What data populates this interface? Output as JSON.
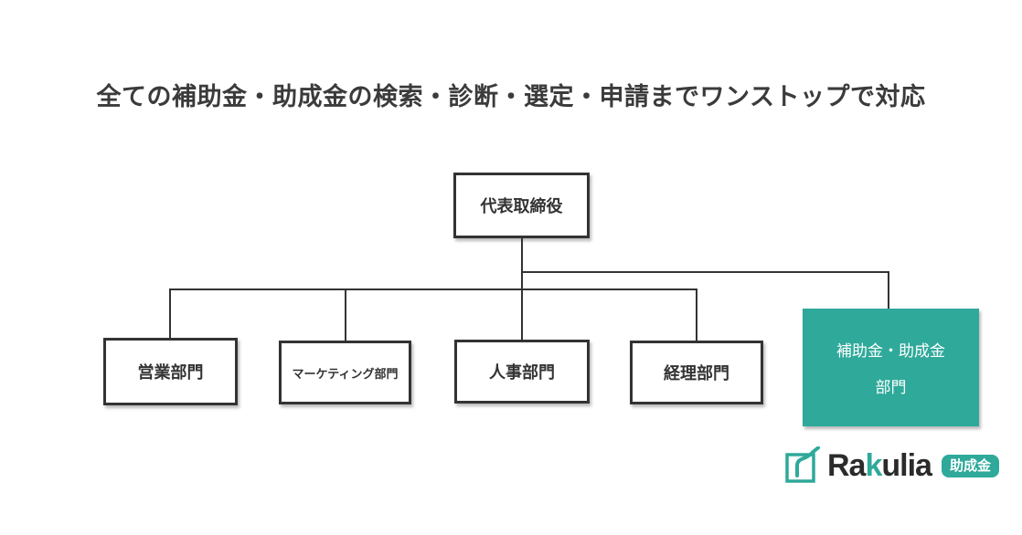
{
  "title": "全ての補助金・助成金の検索・診断・選定・申請までワンストップで対応",
  "org_chart": {
    "root": {
      "label": "代表取締役"
    },
    "departments": [
      {
        "label": "営業部門",
        "highlight": false
      },
      {
        "label": "マーケティング部門",
        "highlight": false
      },
      {
        "label": "人事部門",
        "highlight": false
      },
      {
        "label": "経理部門",
        "highlight": false
      },
      {
        "label_line1": "補助金・助成金",
        "label_line2": "部門",
        "highlight": true
      }
    ]
  },
  "branding": {
    "logo_text_pre": "Ra",
    "logo_text_accent": "k",
    "logo_text_post": "ulia",
    "badge_label": "助成金"
  },
  "colors": {
    "accent_teal": "#2ea99a",
    "box_border": "#333333",
    "text_dark": "#3b3b3b",
    "background": "#ffffff"
  }
}
